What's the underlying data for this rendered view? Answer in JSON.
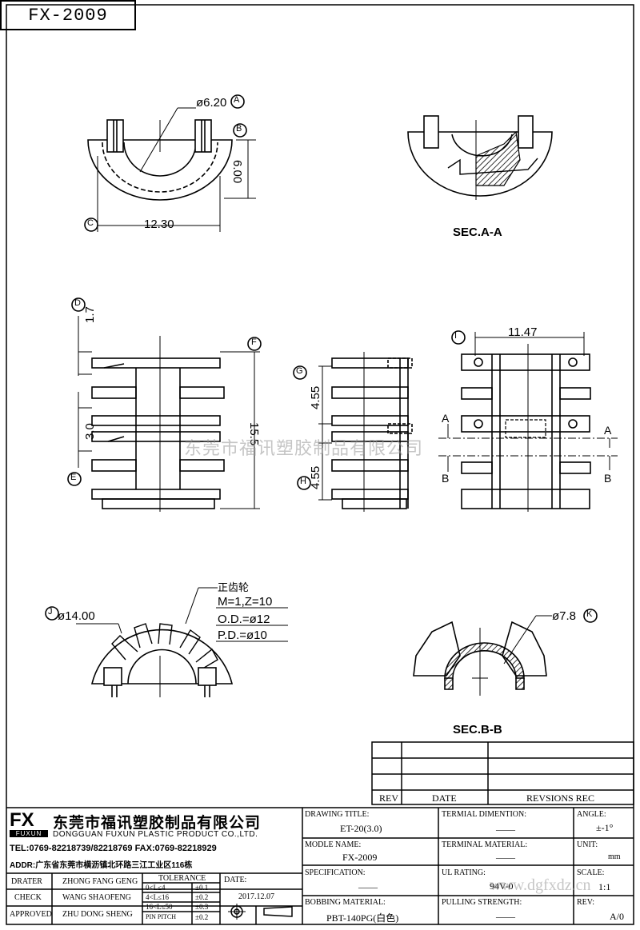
{
  "drawing_number": "FX-2009",
  "top_view": {
    "d_a": "ø6.20",
    "h_b": "6.00",
    "w_c": "12.30",
    "label_a": "A",
    "label_b": "B",
    "label_c": "C"
  },
  "sec_aa": {
    "caption": "SEC.A-A"
  },
  "front_view": {
    "d1": "1.7",
    "d2": "3.0",
    "d3": "15.5",
    "label_d": "D",
    "label_e": "E",
    "label_f": "F"
  },
  "side_view": {
    "d1": "4.55",
    "d2": "4.55",
    "label_g": "G",
    "label_h": "H"
  },
  "right_view": {
    "w": "11.47",
    "label_i": "I",
    "sec_a": "A",
    "sec_b": "B"
  },
  "gear_view": {
    "d_j": "ø14.00",
    "label_j": "J",
    "note_title": "正齿轮",
    "note_m": "M=1,Z=10",
    "note_od": "O.D.=ø12",
    "note_pd": "P.D.=ø10"
  },
  "sec_bb": {
    "caption": "SEC.B-B",
    "d_k": "ø7.8",
    "label_k": "K"
  },
  "revision_table": {
    "rev": "REV",
    "date": "DATE",
    "rec": "REVSIONS REC"
  },
  "company": {
    "logo": "FX",
    "logo_sub": "FUXUN",
    "name_cn": "东莞市福讯塑胶制品有限公司",
    "name_en": "DONGGUAN FUXUN PLASTIC PRODUCT CO.,LTD.",
    "tel": "TEL:0769-82218739/82218769 FAX:0769-82218929",
    "addr": "ADDR:广东省东莞市横沥镇北环路三江工业区116栋"
  },
  "signoff": {
    "rows": [
      {
        "role": "DRATER",
        "name": "ZHONG FANG GENG"
      },
      {
        "role": "CHECK",
        "name": "WANG SHAOFENG"
      },
      {
        "role": "APPROVED",
        "name": "ZHU DONG SHENG"
      }
    ],
    "tolerance_title": "TOLERANCE",
    "tolerances": [
      {
        "range": "0<L≤4",
        "tol": "±0.1"
      },
      {
        "range": "4<L≤16",
        "tol": "±0.2"
      },
      {
        "range": "16<L≤50",
        "tol": "±0.3"
      },
      {
        "range": "PIN PITCH",
        "tol": "±0.2"
      }
    ],
    "date_label": "DATE:",
    "date": "2017.12.07"
  },
  "specs": {
    "drawing_title_label": "DRAWING TITLE:",
    "drawing_title": "ET-20(3.0)",
    "model_label": "MODLE NAME:",
    "model": "FX-2009",
    "spec_label": "SPECIFICATION:",
    "spec": "——",
    "material_label": "BOBBING MATERIAL:",
    "material": "PBT-140PG(白色)",
    "term_dim_label": "TERMIAL DIMENTION:",
    "term_dim": "——",
    "term_mat_label": "TERMINAL MATERIAL:",
    "term_mat": "——",
    "ul_label": "UL RATING:",
    "ul": "94V-0",
    "pull_label": "PULLING STRENGTH:",
    "pull": "——",
    "angle_label": "ANGLE:",
    "angle": "±-1°",
    "unit_label": "UNIT:",
    "unit": "mm",
    "scale_label": "SCALE:",
    "scale": "1:1",
    "rev_label": "REV:",
    "rev": "A/0"
  },
  "watermarks": {
    "cn": "东莞市福讯塑胶制品有限公司",
    "url": "www.dgfxdz.cn"
  }
}
